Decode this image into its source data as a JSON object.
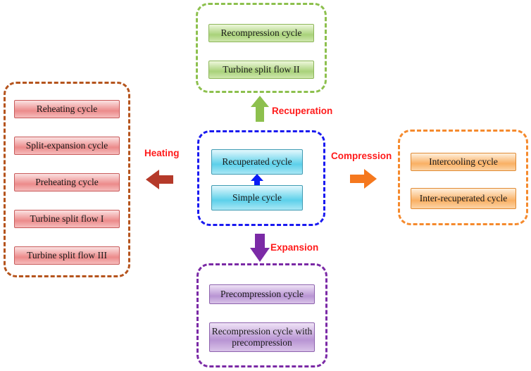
{
  "groups": {
    "recuperation": {
      "nodes": [
        "Recompression cycle",
        "Turbine split flow II"
      ],
      "color": "#8dc04e"
    },
    "heating": {
      "nodes": [
        "Reheating cycle",
        "Split-expansion cycle",
        "Preheating cycle",
        "Turbine split flow I",
        "Turbine split flow III"
      ],
      "color": "#b5541d"
    },
    "center": {
      "nodes": [
        "Recuperated cycle",
        "Simple cycle"
      ],
      "color": "#1a1af0"
    },
    "compression": {
      "nodes": [
        "Intercooling cycle",
        "Inter-recuperated cycle"
      ],
      "color": "#f58a2d"
    },
    "expansion": {
      "nodes": [
        "Precompression cycle",
        "Recompression cycle with precompression"
      ],
      "color": "#7b2aa6"
    }
  },
  "labels": {
    "recuperation": "Recuperation",
    "heating": "Heating",
    "compression": "Compression",
    "expansion": "Expansion"
  },
  "arrow_colors": {
    "recuperation": "#8dc04e",
    "heating": "#b53a2a",
    "compression": "#f5781e",
    "expansion": "#7b2aa6",
    "inner": "#0a1af5"
  }
}
